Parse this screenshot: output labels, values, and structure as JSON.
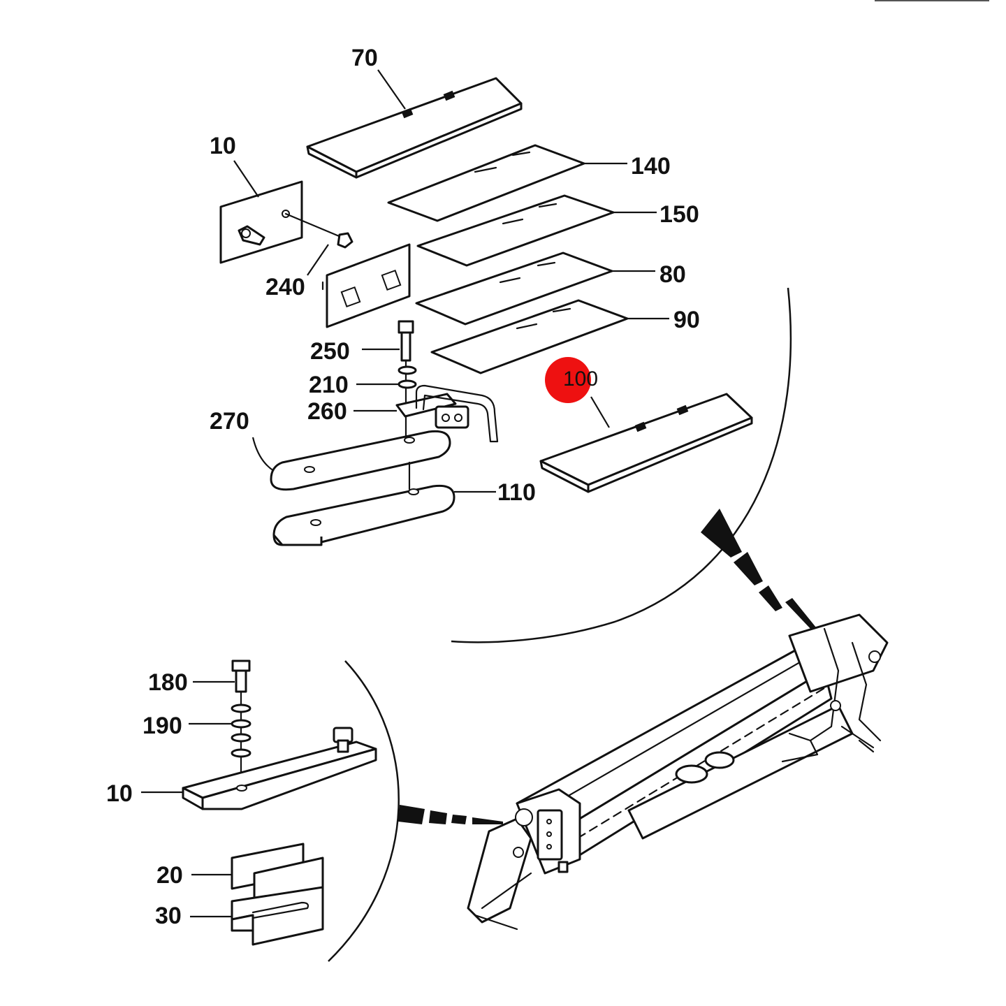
{
  "diagram": {
    "callouts": {
      "c70": "70",
      "c10_top": "10",
      "c140": "140",
      "c150": "150",
      "c240": "240",
      "c80": "80",
      "c90": "90",
      "c250": "250",
      "c210": "210",
      "c260": "260",
      "c270": "270",
      "c100": "100",
      "c110": "110",
      "c180": "180",
      "c190": "190",
      "c10_bottom": "10",
      "c20": "20",
      "c30": "30"
    },
    "highlighted_callout": "100",
    "highlight_color": "#ee1111"
  }
}
